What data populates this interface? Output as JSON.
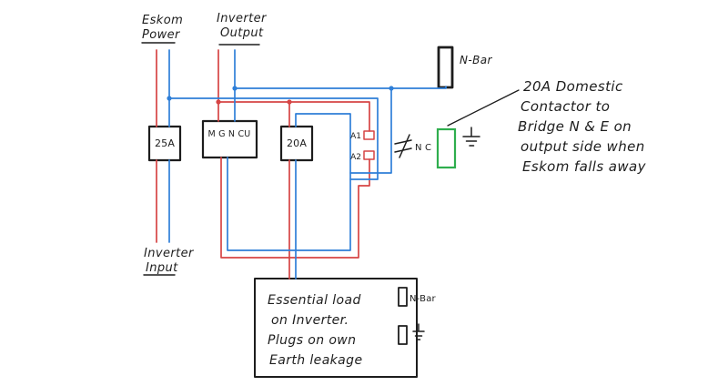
{
  "colors": {
    "live": "#d64545",
    "neutral": "#2f7fd8",
    "green": "#2fae4e",
    "ink": "#1d1d1d",
    "background": "#ffffff"
  },
  "labels": {
    "eskom_power": [
      "Eskom",
      "Power"
    ],
    "inverter_output": [
      "Inverter",
      "Output"
    ],
    "inverter_input": [
      "Inverter",
      "Input"
    ],
    "n_bar_top": "N-Bar",
    "breaker_25a": "25A",
    "terminal_block": "M G N CU",
    "breaker_20a": "20A",
    "contactor_a1": "A1",
    "contactor_a2": "A2",
    "nc_contact": "N C",
    "n_bar_load": "N-Bar"
  },
  "note": {
    "lines": [
      "20A Domestic",
      "Contactor to",
      "Bridge N & E on",
      "output side when",
      "Eskom falls away"
    ]
  },
  "load_box": {
    "lines": [
      "Essential load",
      "on Inverter.",
      "Plugs on own",
      "Earth leakage"
    ]
  }
}
